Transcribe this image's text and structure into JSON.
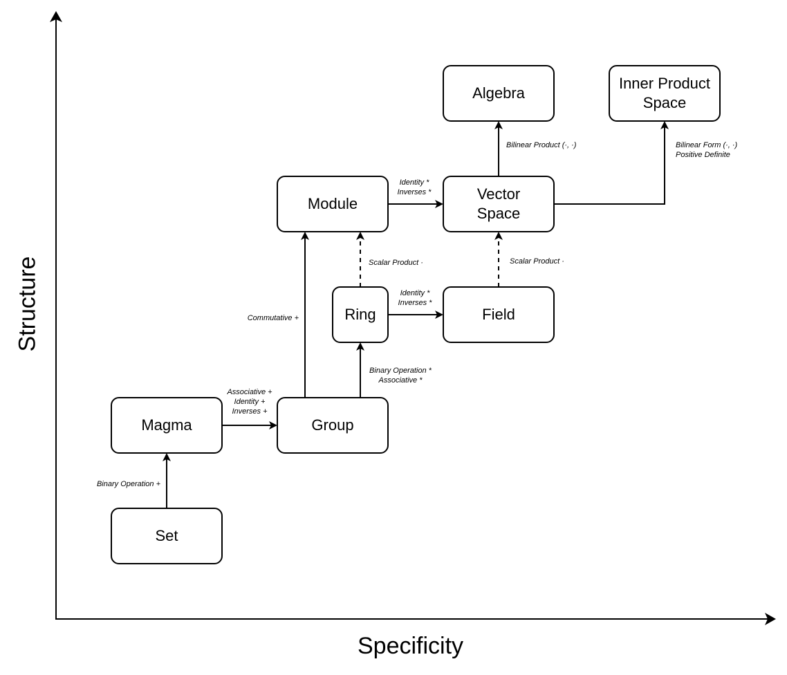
{
  "axes": {
    "x_title": "Specificity",
    "y_title": "Structure"
  },
  "nodes": {
    "set": "Set",
    "magma": "Magma",
    "group": "Group",
    "ring": "Ring",
    "field": "Field",
    "module": "Module",
    "vector_space": "Vector Space",
    "algebra": "Algebra",
    "inner_product_space": "Inner Product Space"
  },
  "edges": {
    "set_magma": [
      "Binary Operation +"
    ],
    "magma_group": [
      "Associative +",
      "Identity +",
      "Inverses +"
    ],
    "group_module": [
      "Commutative +"
    ],
    "group_ring": [
      "Binary Operation *",
      "Associative *"
    ],
    "ring_module": [
      "Scalar Product ·"
    ],
    "ring_field": [
      "Identity *",
      "Inverses *"
    ],
    "field_vector_space": [
      "Scalar Product ·"
    ],
    "module_vector_space": [
      "Identity *",
      "Inverses *"
    ],
    "vector_space_algebra": [
      "Bilinear Product (·, ·)"
    ],
    "vector_space_inner_product_space": [
      "Bilinear Form (·, ·)",
      "Positive Definite"
    ]
  }
}
